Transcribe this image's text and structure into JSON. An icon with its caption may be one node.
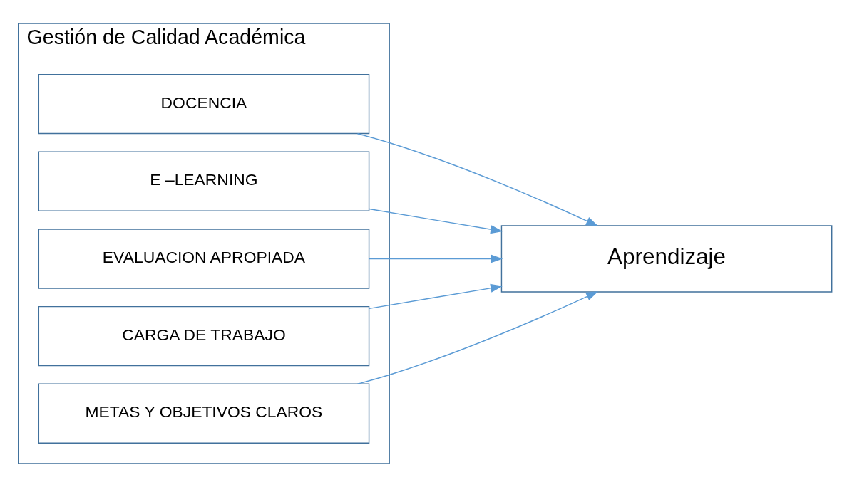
{
  "diagram": {
    "nodes": [
      {
        "text": [
          "Gestión de Calidad Académica"
        ]
      },
      {
        "text": [
          "DOCENCIA"
        ],
        "in": 0
      },
      {
        "text": [
          "E –LEARNING"
        ],
        "in": 0
      },
      {
        "text": [
          "EVALUACION APROPIADA"
        ],
        "in": 0
      },
      {
        "text": [
          "CARGA DE TRABAJO"
        ],
        "in": 0
      },
      {
        "text": [
          "METAS Y OBJETIVOS CLAROS"
        ],
        "in": 0
      },
      {
        "text": [
          "Aprendizaje"
        ]
      }
    ],
    "edges": [
      {
        "from": 1,
        "to": 6,
        "arrow": "to"
      },
      {
        "from": 2,
        "to": 6,
        "arrow": "to"
      },
      {
        "from": 3,
        "to": 6,
        "arrow": "to"
      },
      {
        "from": 4,
        "to": 6,
        "arrow": "to"
      },
      {
        "from": 5,
        "to": 6,
        "arrow": "to"
      }
    ]
  }
}
